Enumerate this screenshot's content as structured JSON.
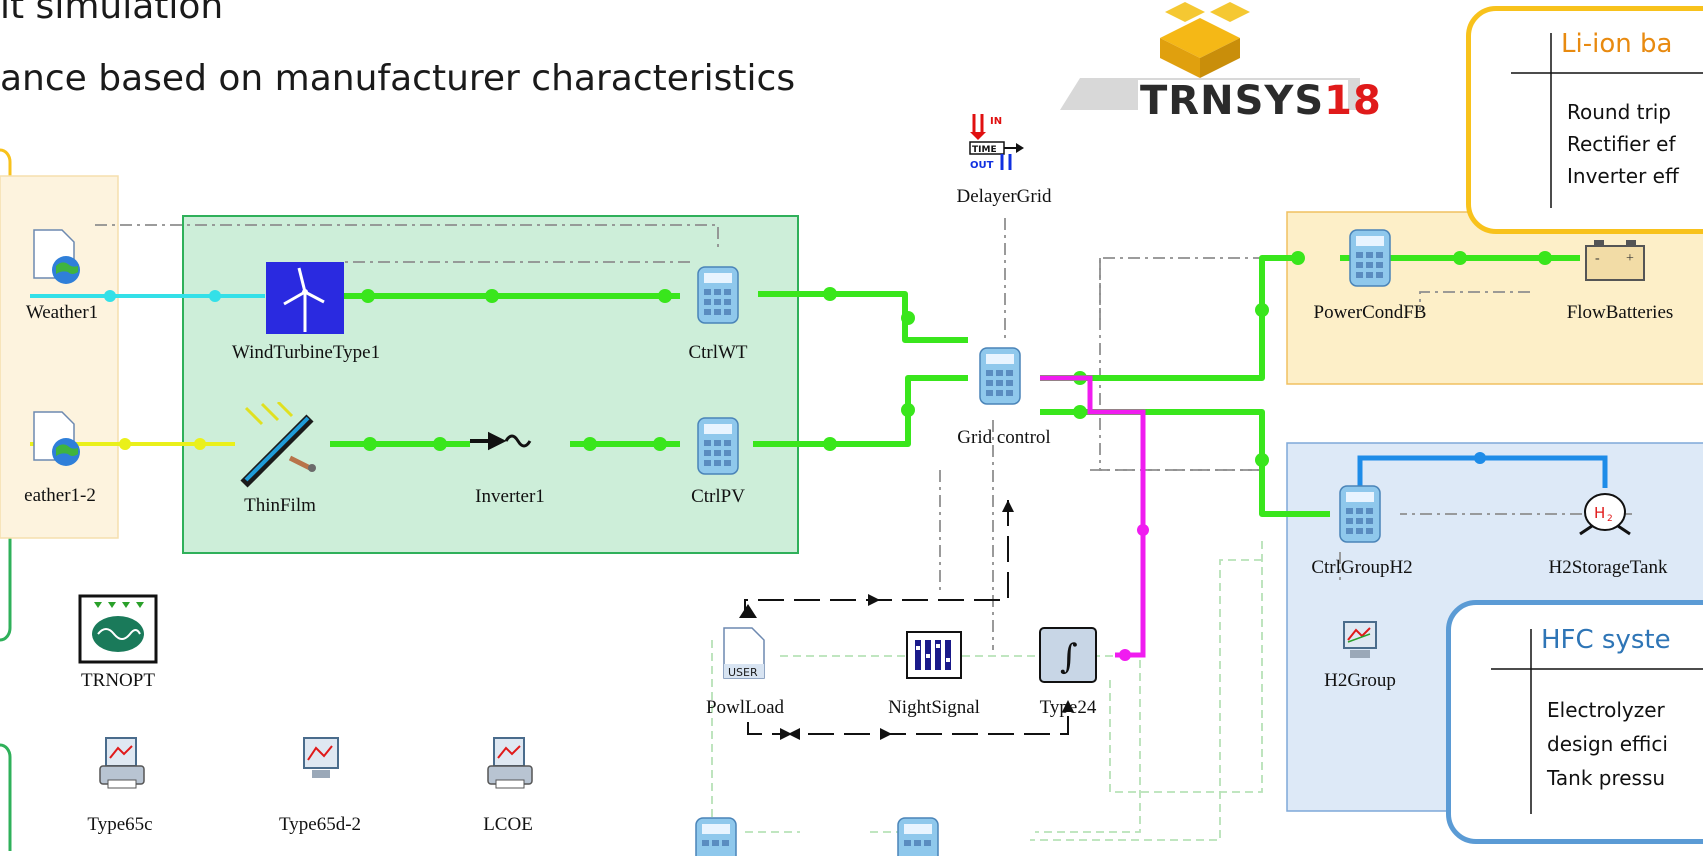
{
  "header": {
    "line1": "it simulation",
    "line2": "ance based on manufacturer characteristics"
  },
  "logo": {
    "name": "TRNSYS",
    "version": "18"
  },
  "components": {
    "weather1": "Weather1",
    "weather1_2": "eather1-2",
    "wind_turbine": "WindTurbineType1",
    "ctrl_wt": "CtrlWT",
    "thin_film": "ThinFilm",
    "inverter1": "Inverter1",
    "ctrl_pv": "CtrlPV",
    "delayer_grid": "DelayerGrid",
    "grid_control": "Grid control",
    "power_cond_fb": "PowerCondFB",
    "flow_batteries": "FlowBatteries",
    "ctrl_group_h2": "CtrlGroupH2",
    "h2_storage_tank": "H2StorageTank",
    "h2_group": "H2Group",
    "trnopt": "TRNOPT",
    "powl_load": "PowlLoad",
    "night_signal": "NightSignal",
    "type24": "Type24",
    "type65c": "Type65c",
    "type65d_2": "Type65d-2",
    "lcoe": "LCOE"
  },
  "icon_text": {
    "delayer_in": "IN",
    "delayer_time": "TIME",
    "delayer_out": "OUT",
    "user_file": "USER",
    "h2_symbol": "H",
    "h2_subscript": "2",
    "integral": "∫"
  },
  "callouts": {
    "li_ion": {
      "title": "Li-ion ba",
      "lines": [
        "Round trip",
        "Rectifier ef",
        "Inverter eff"
      ]
    },
    "hfc": {
      "title": "HFC syste",
      "lines": [
        "Electrolyzer",
        "design effici",
        "Tank pressu"
      ]
    }
  },
  "colors": {
    "power_line": "#39e61c",
    "weather_line_1": "#33e0e8",
    "weather_line_2": "#eaf01a",
    "load_line": "#f01cf0",
    "h2_line": "#1e8ce8",
    "li_ion_border": "#f8c21c",
    "li_ion_title": "#e88a10",
    "hfc_border": "#5b9bd5",
    "hfc_title": "#2e75b6",
    "wind_box_fill": "#cdeed9",
    "wind_box_border": "#2fb05a",
    "battery_box_fill": "#fdefc8",
    "h2_box_fill": "#dde9f7"
  }
}
